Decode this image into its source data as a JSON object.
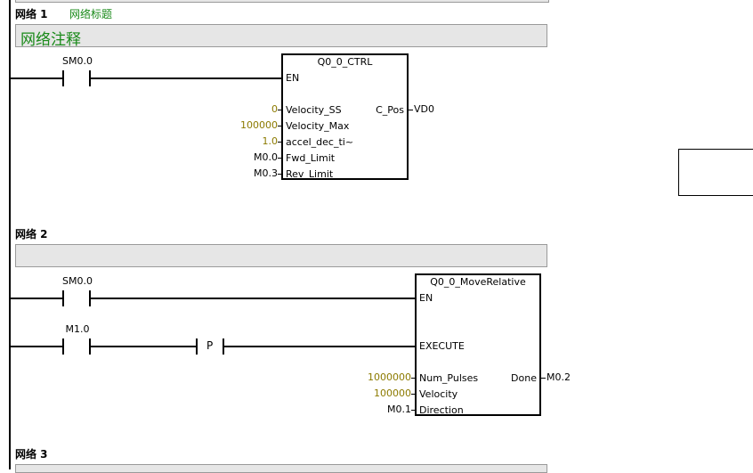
{
  "networks": [
    {
      "label": "网络 1",
      "title": "网络标题",
      "comment": "网络注释"
    },
    {
      "label": "网络 2",
      "title": "",
      "comment": ""
    },
    {
      "label": "网络 3",
      "title": "",
      "comment": ""
    }
  ],
  "net1": {
    "contact": "SM0.0",
    "block_title": "Q0_0_CTRL",
    "en": "EN",
    "inputs": [
      {
        "pin": "Velocity_SS",
        "value": "0"
      },
      {
        "pin": "Velocity_Max",
        "value": "100000"
      },
      {
        "pin": "accel_dec_ti~",
        "value": "1.0"
      },
      {
        "pin": "Fwd_Limit",
        "value": "M0.0"
      },
      {
        "pin": "Rev_Limit",
        "value": "M0.3"
      }
    ],
    "output": {
      "pin": "C_Pos",
      "value": "VD0"
    }
  },
  "net2": {
    "contact1": "SM0.0",
    "contact2": "M1.0",
    "edge": "P",
    "block_title": "Q0_0_MoveRelative",
    "en": "EN",
    "execute": "EXECUTE",
    "inputs": [
      {
        "pin": "Num_Pulses",
        "value": "1000000"
      },
      {
        "pin": "Velocity",
        "value": "100000"
      },
      {
        "pin": "Direction",
        "value": "M0.1"
      }
    ],
    "output": {
      "pin": "Done",
      "value": "M0.2"
    }
  },
  "colors": {
    "title_green": "#1a8a1a",
    "constant_gold": "#8c7a00",
    "comment_bg": "#e6e6e6"
  }
}
